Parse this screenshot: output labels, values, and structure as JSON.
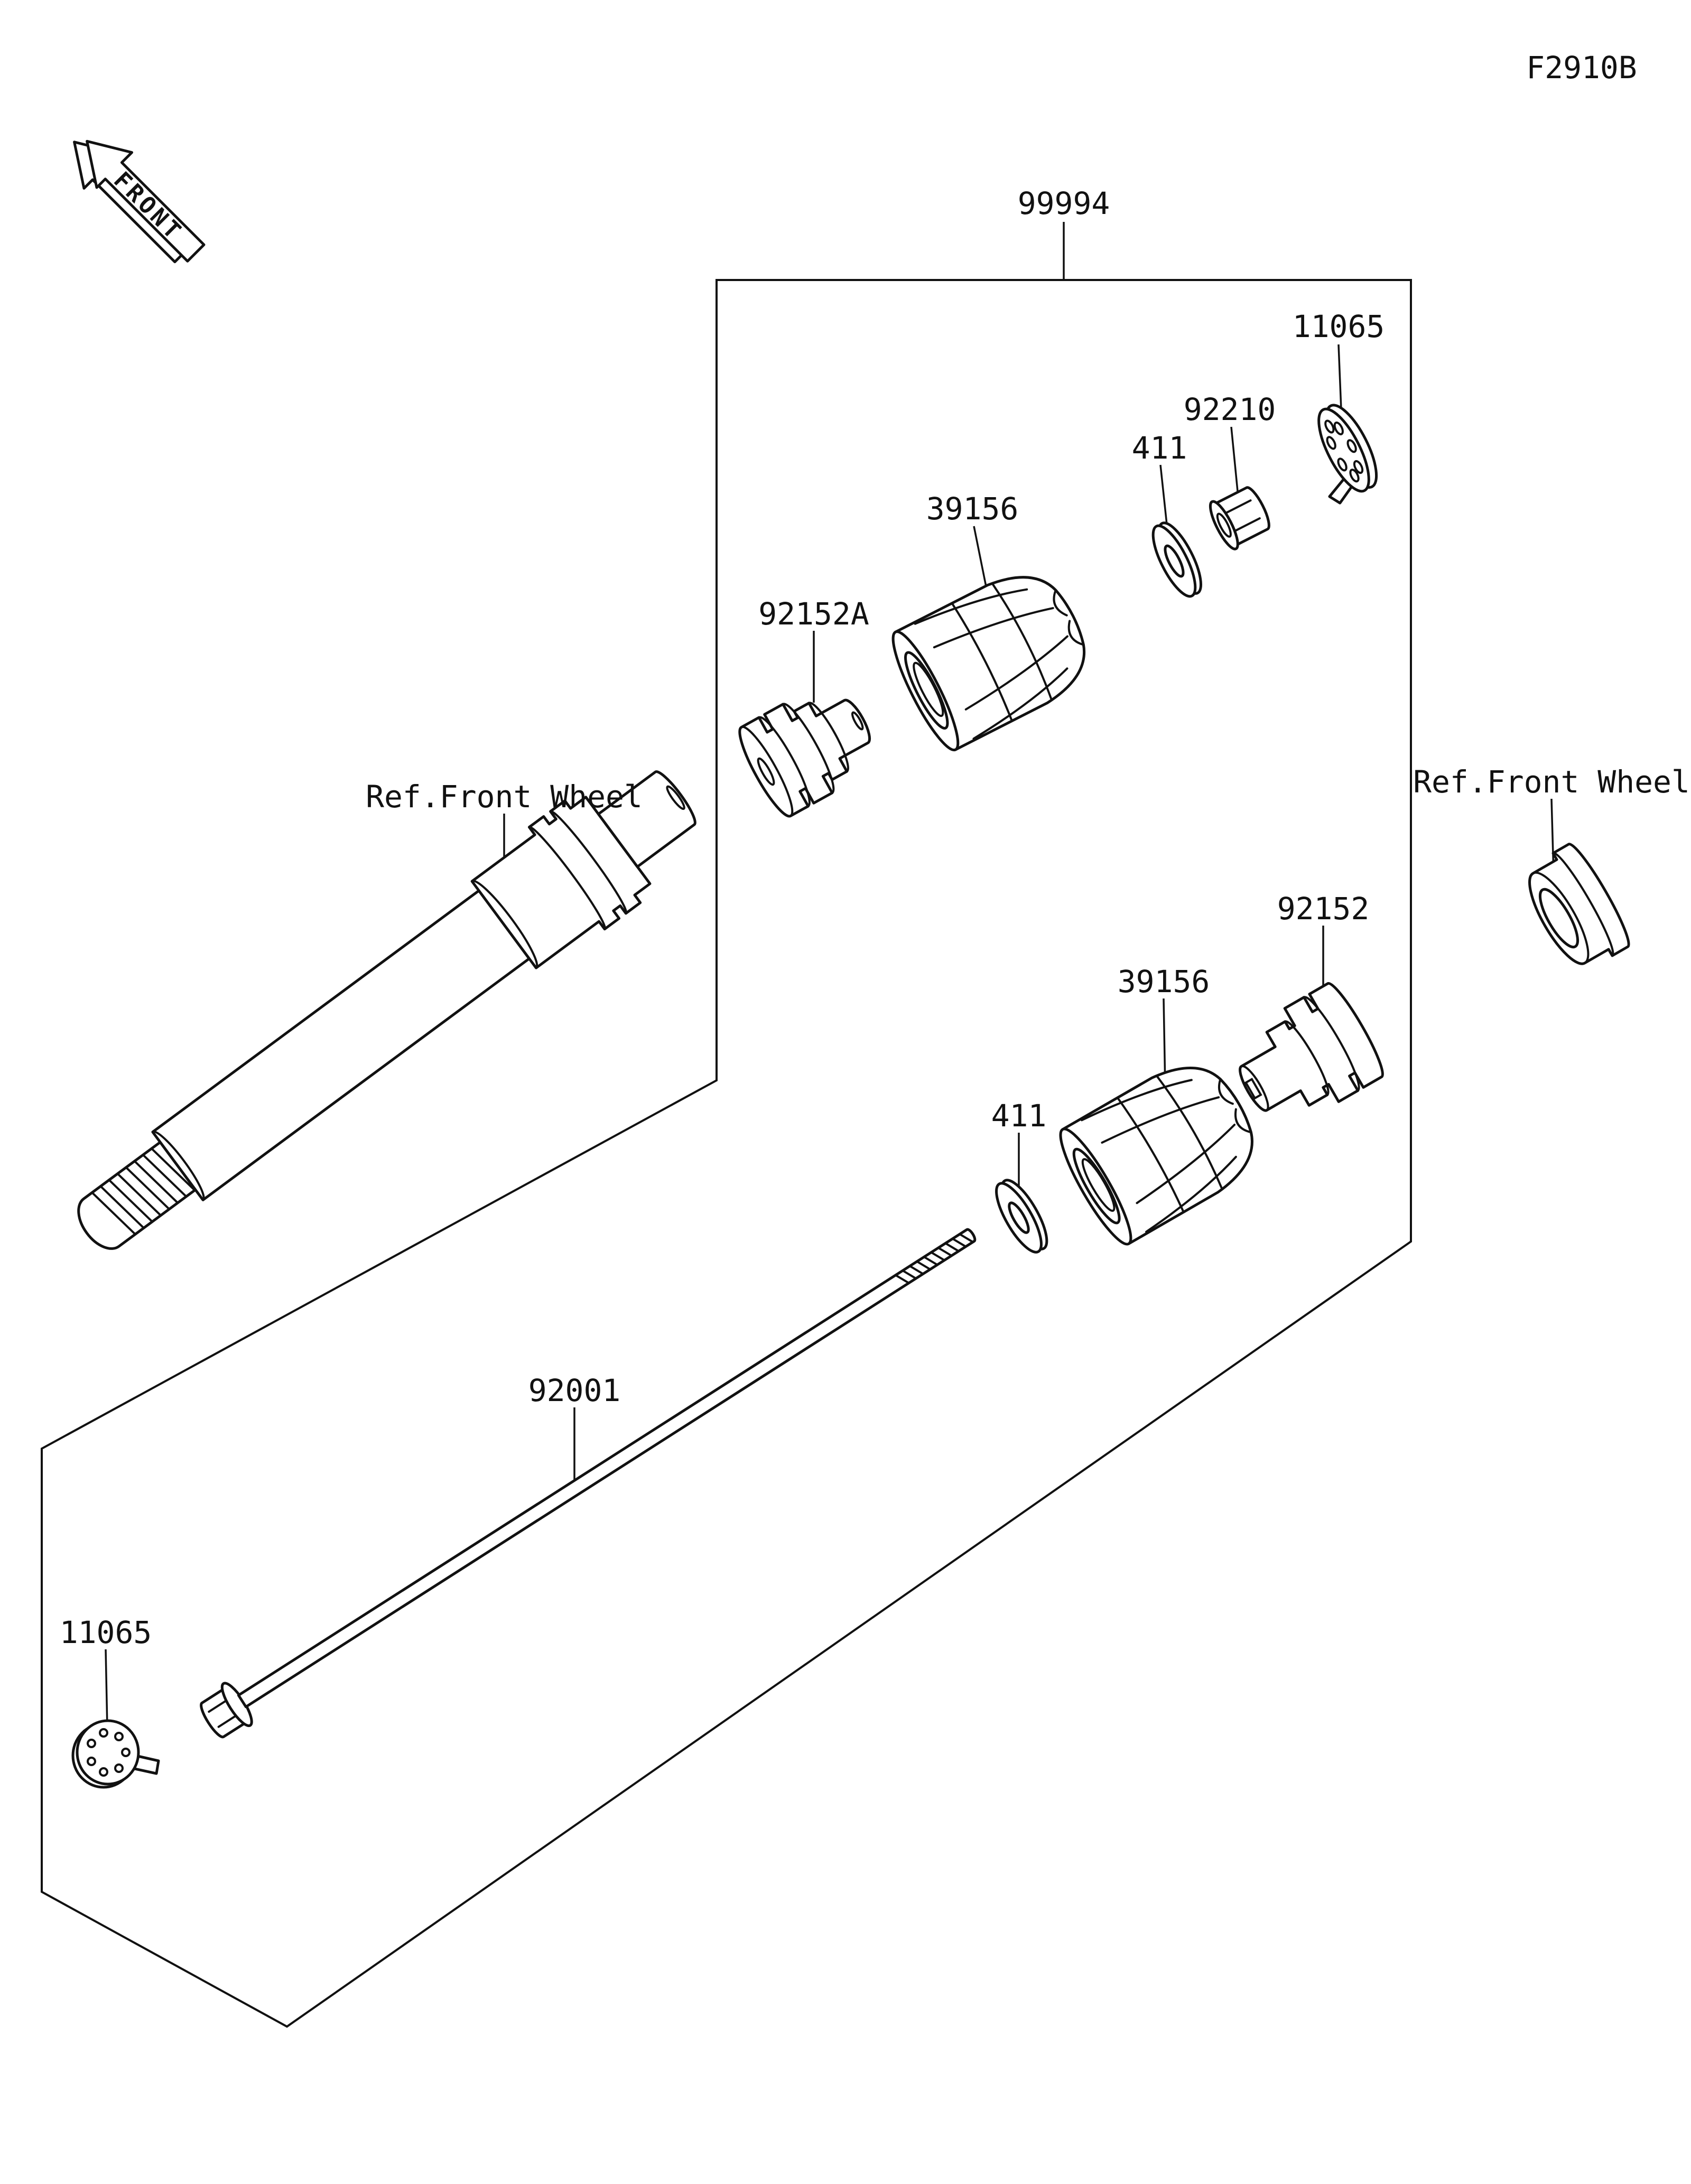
{
  "figure_code": "F2910B",
  "front_marker": "FRONT",
  "labels": {
    "kit": "99994",
    "cap": "11065",
    "nut": "92210",
    "washer": "411",
    "slider": "39156",
    "damper_a": "92152A",
    "damper": "92152",
    "bolt": "92001",
    "ref_front_wheel": "Ref.Front Wheel"
  },
  "colors": {
    "line": "#111111",
    "background": "#ffffff"
  }
}
